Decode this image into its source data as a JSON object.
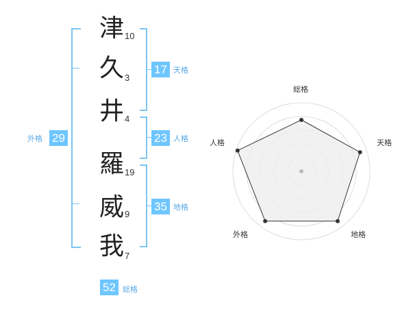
{
  "name": {
    "characters": [
      {
        "char": "津",
        "strokes": "10"
      },
      {
        "char": "久",
        "strokes": "3"
      },
      {
        "char": "井",
        "strokes": "4"
      },
      {
        "char": "羅",
        "strokes": "19"
      },
      {
        "char": "威",
        "strokes": "9"
      },
      {
        "char": "我",
        "strokes": "7"
      }
    ]
  },
  "fortune": {
    "tenkaku": {
      "value": "17",
      "label": "天格"
    },
    "jinkaku": {
      "value": "23",
      "label": "人格"
    },
    "chikaku": {
      "value": "35",
      "label": "地格"
    },
    "gaikaku": {
      "value": "29",
      "label": "外格"
    },
    "soukaku": {
      "value": "52",
      "label": "総格"
    }
  },
  "radar": {
    "axes": [
      "総格",
      "天格",
      "地格",
      "外格",
      "人格"
    ],
    "values": [
      0.75,
      0.9,
      0.9,
      0.9,
      0.98
    ],
    "colors": {
      "fill": "#eeeeee",
      "stroke": "#333333",
      "grid": "#dddddd",
      "point": "#333333",
      "center": "#bbbbbb"
    }
  },
  "colors": {
    "accent": "#6ec6ff",
    "bracket": "#7cc4f0",
    "label": "#5aa9e6"
  }
}
